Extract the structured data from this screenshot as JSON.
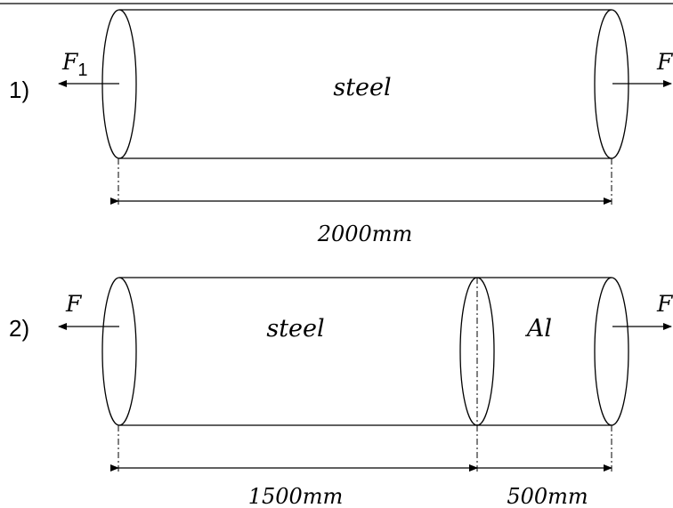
{
  "figure1": {
    "index": "1)",
    "material": "steel",
    "force_left": "F",
    "force_left_sub": "1",
    "force_right": "F",
    "dimension": "2000mm"
  },
  "figure2": {
    "index": "2)",
    "material_left": "steel",
    "material_right": "Al",
    "force_left": "F",
    "force_right": "F",
    "dimension_left": "1500mm",
    "dimension_right": "500mm"
  }
}
